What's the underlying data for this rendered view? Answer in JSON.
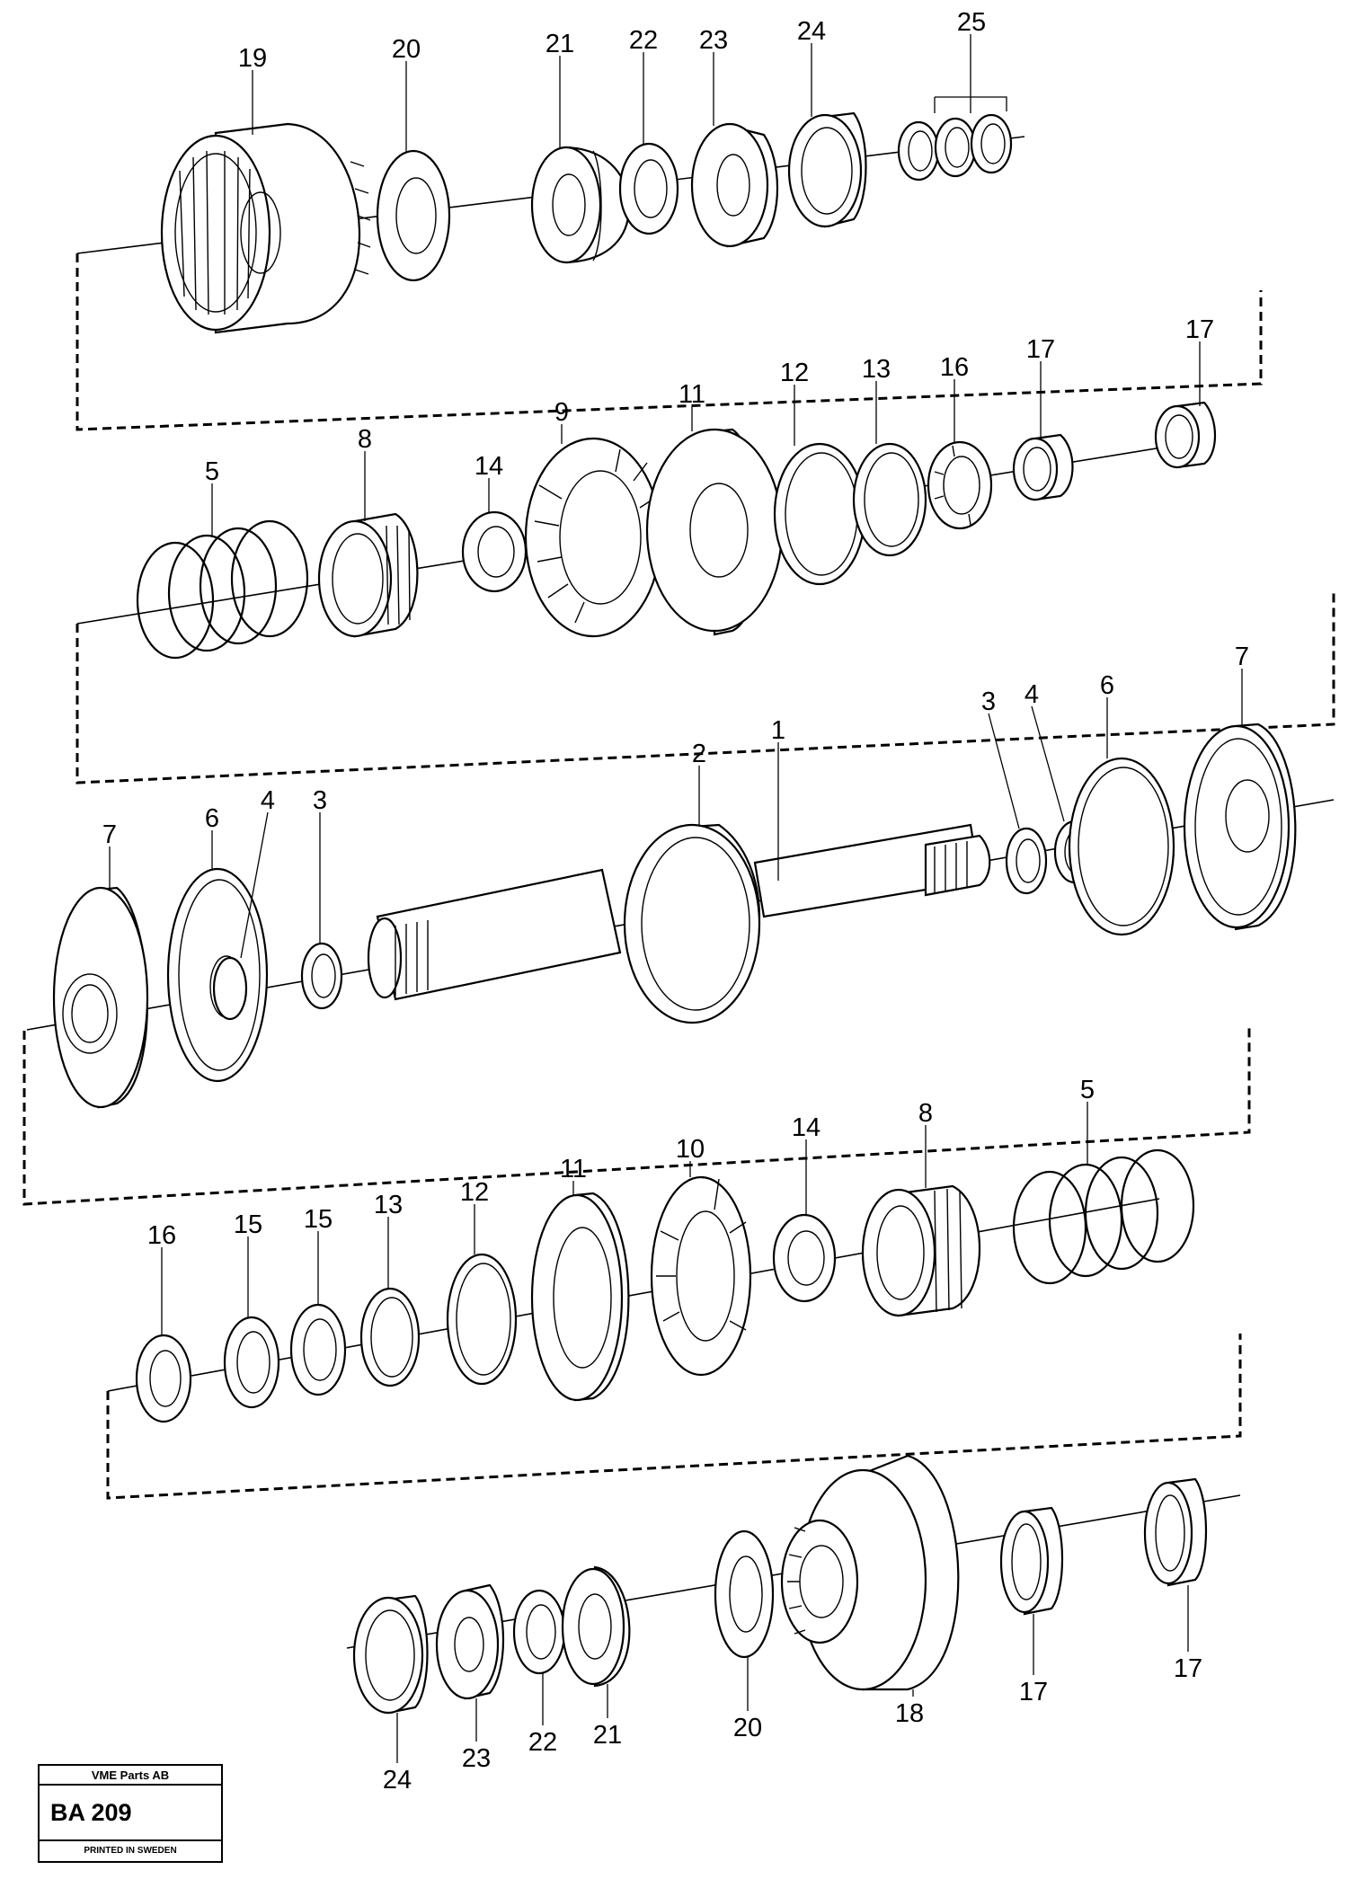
{
  "title_block": {
    "company": "VME Parts AB",
    "code": "BA 209",
    "printed": "PRINTED IN SWEDEN"
  },
  "callouts": {
    "row1": [
      "19",
      "20",
      "21",
      "22",
      "23",
      "24",
      "25"
    ],
    "row2": [
      "5",
      "8",
      "14",
      "9",
      "11",
      "12",
      "13",
      "16",
      "17",
      "17"
    ],
    "row3": [
      "7",
      "6",
      "4",
      "3",
      "2",
      "1",
      "3",
      "4",
      "6",
      "7"
    ],
    "row4": [
      "16",
      "15",
      "15",
      "13",
      "12",
      "11",
      "10",
      "14",
      "8",
      "5"
    ],
    "row5": [
      "24",
      "23",
      "22",
      "21",
      "20",
      "18",
      "17",
      "17"
    ]
  }
}
